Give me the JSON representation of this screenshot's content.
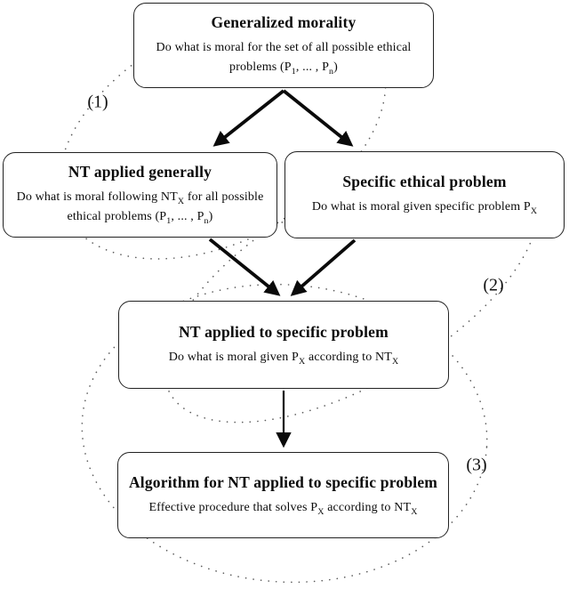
{
  "figure": {
    "background_color": "#ffffff",
    "line_color": "#0a0a0a",
    "dotted_ellipse_color": "#5d5d5d",
    "boxes": {
      "generalized_morality": {
        "title": "Generalized morality",
        "body": [
          {
            "text": "Do what is moral for the set of all possible ethical problems (P"
          },
          {
            "sub": "1"
          },
          {
            "text": ", ... , P"
          },
          {
            "sub": "n"
          },
          {
            "text": ")"
          }
        ]
      },
      "nt_applied_generally": {
        "title": "NT applied generally",
        "body": [
          {
            "text": "Do what is moral following NT"
          },
          {
            "sub": "X"
          },
          {
            "text": " for all possible ethical problems (P"
          },
          {
            "sub": "1"
          },
          {
            "text": ", ... , P"
          },
          {
            "sub": "n"
          },
          {
            "text": ")"
          }
        ]
      },
      "specific_ethical_problem": {
        "title": "Specific ethical problem",
        "body": [
          {
            "text": "Do what is moral given specific problem P"
          },
          {
            "sub": "X"
          }
        ]
      },
      "nt_applied_to_specific_problem": {
        "title": "NT applied to specific problem",
        "body": [
          {
            "text": "Do what is moral given P"
          },
          {
            "sub": "X"
          },
          {
            "text": " according to NT"
          },
          {
            "sub": "X"
          }
        ]
      },
      "algorithm_for_nt": {
        "title": "Algorithm for NT applied to specific problem",
        "body": [
          {
            "text": "Effective procedure that solves P"
          },
          {
            "sub": "X"
          },
          {
            "text": " according to NT"
          },
          {
            "sub": "X"
          }
        ]
      }
    },
    "edges": [
      {
        "from": "generalized_morality",
        "to": "nt_applied_generally"
      },
      {
        "from": "generalized_morality",
        "to": "specific_ethical_problem"
      },
      {
        "from": "nt_applied_generally",
        "to": "nt_applied_to_specific_problem"
      },
      {
        "from": "specific_ethical_problem",
        "to": "nt_applied_to_specific_problem"
      },
      {
        "from": "nt_applied_to_specific_problem",
        "to": "algorithm_for_nt"
      }
    ],
    "groupings": [
      {
        "label": "(1)",
        "contains": [
          "generalized_morality",
          "nt_applied_generally"
        ]
      },
      {
        "label": "(2)",
        "contains": [
          "specific_ethical_problem",
          "nt_applied_to_specific_problem"
        ]
      },
      {
        "label": "(3)",
        "contains": [
          "nt_applied_to_specific_problem",
          "algorithm_for_nt"
        ]
      }
    ]
  }
}
